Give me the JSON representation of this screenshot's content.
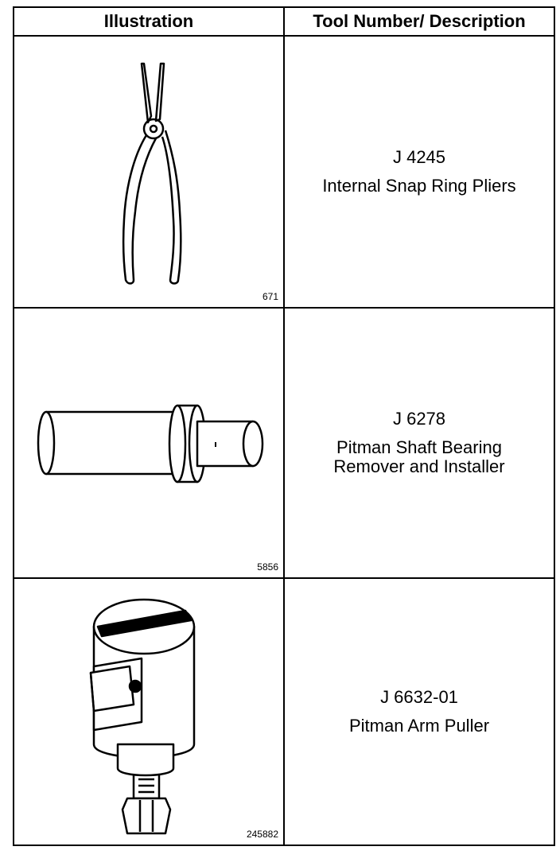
{
  "table": {
    "headers": {
      "illustration": "Illustration",
      "description": "Tool Number/ Description"
    },
    "rows": [
      {
        "tool_number": "J 4245",
        "description": "Internal Snap Ring Pliers",
        "figure_number": "671",
        "icon": "snap-ring-pliers-illustration"
      },
      {
        "tool_number": "J 6278",
        "description": "Pitman Shaft Bearing\nRemover and Installer",
        "figure_number": "5856",
        "icon": "bearing-remover-installer-illustration"
      },
      {
        "tool_number": "J 6632-01",
        "description": "Pitman Arm Puller",
        "figure_number": "245882",
        "icon": "pitman-arm-puller-illustration"
      }
    ]
  }
}
